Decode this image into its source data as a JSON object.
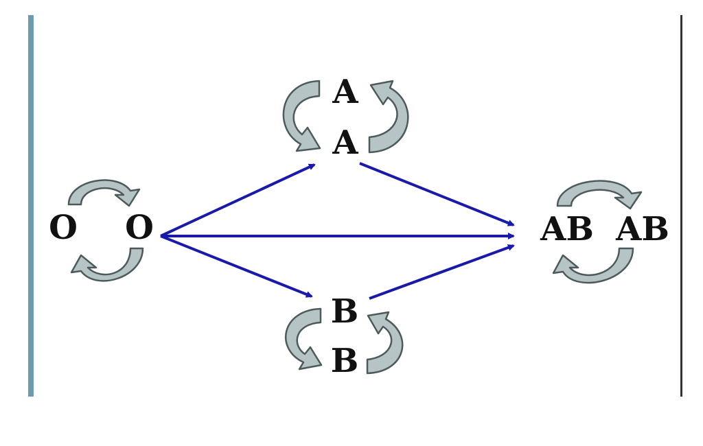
{
  "nodes": {
    "o_left": "O",
    "o_right": "O",
    "a_top": "A",
    "a_bottom": "A",
    "b_top": "B",
    "b_bottom": "B",
    "ab_left": "AB",
    "ab_right": "AB"
  },
  "colors": {
    "flow_arrow": "#1a1aa8",
    "cycle_arrow_fill": "#b7c4c6",
    "cycle_arrow_stroke": "#4d5a5c",
    "left_border": "#6f9aae",
    "right_border": "#333333"
  },
  "icons": {
    "cycle": "curved-cycle-arrow-icon",
    "flow": "arrow-right-icon"
  }
}
